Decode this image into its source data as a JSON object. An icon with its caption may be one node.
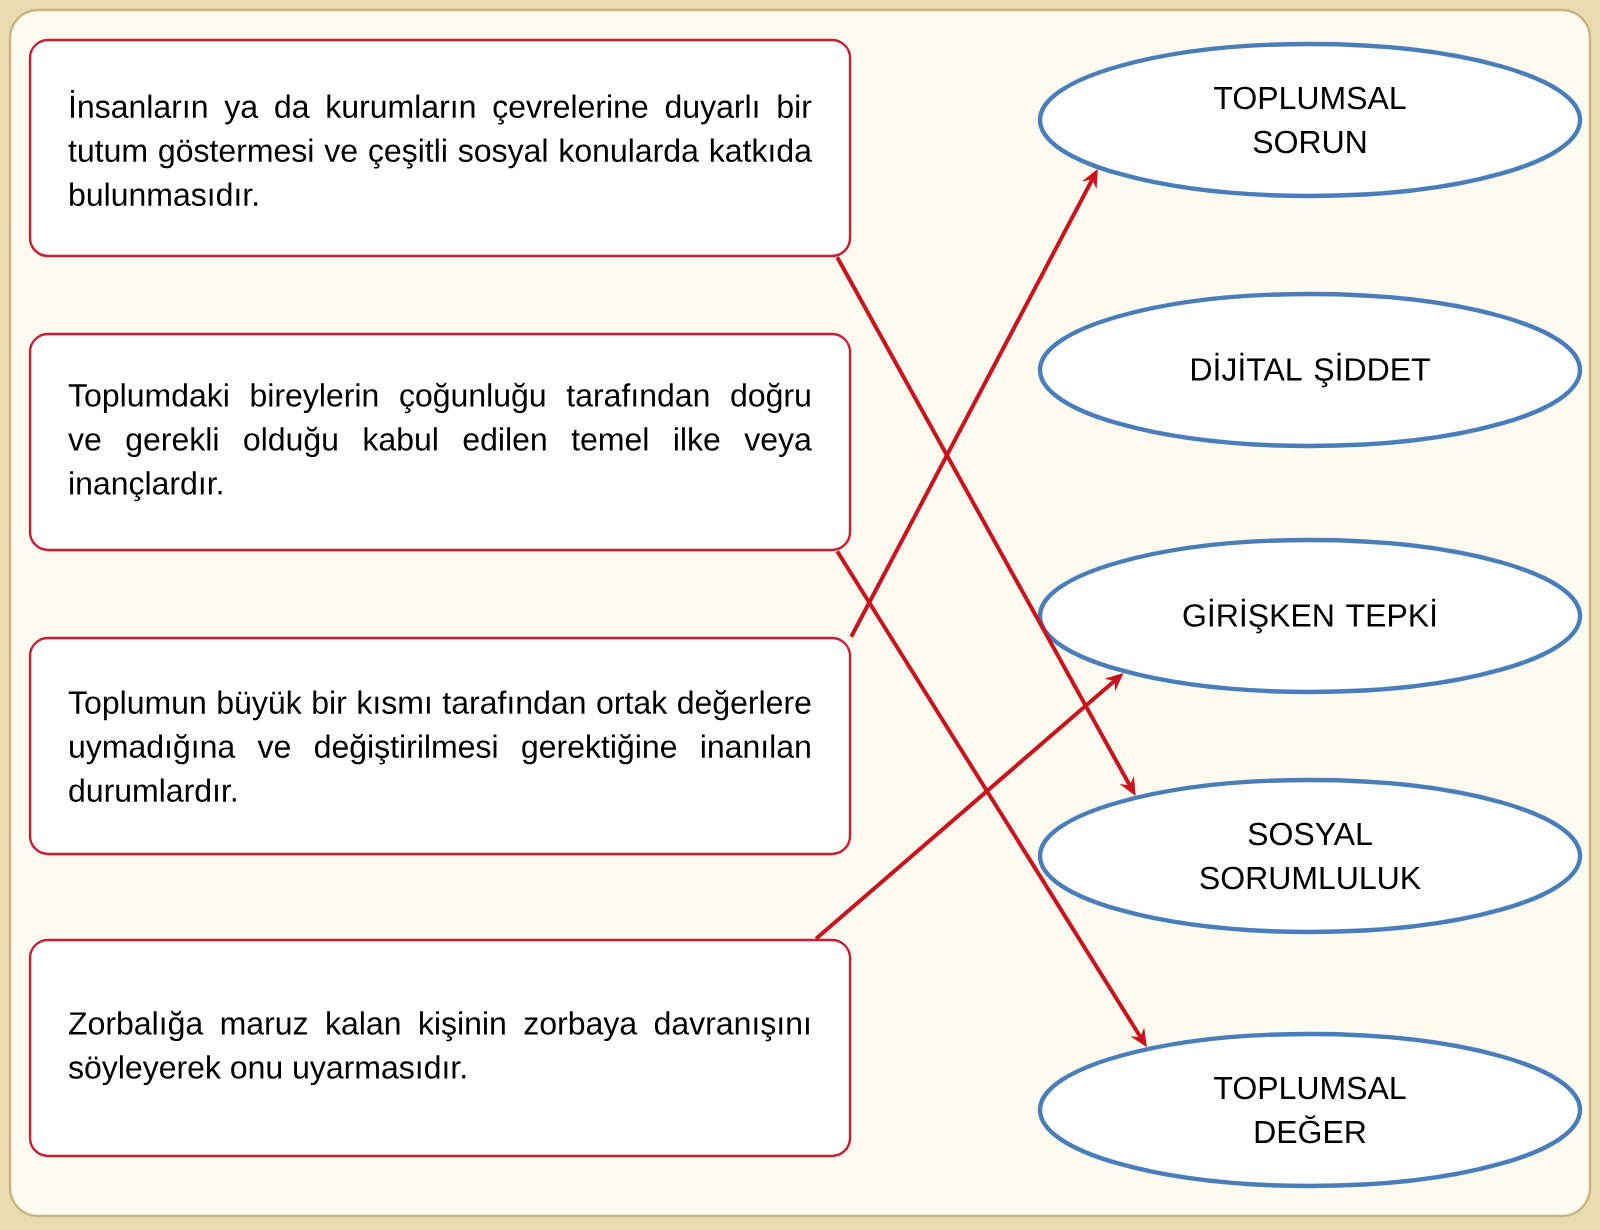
{
  "diagram": {
    "nodes": [
      {
        "text": [
          "İnsanların ya da kurumların çevrelerine duyarlı bir tutum göstermesi ve çeşitli sosyal konularda katkıda bulunmasıdır."
        ]
      },
      {
        "text": [
          "Toplumdaki bireylerin çoğunluğu tarafından doğru ve gerekli olduğu kabul edilen temel ilke veya inançlardır."
        ]
      },
      {
        "text": [
          "Toplumun büyük bir kısmı tarafından ortak değerlere uymadığına ve değiştirilmesi gerektiğine inanılan durumlardır."
        ]
      },
      {
        "text": [
          "Zorbalığa maruz kalan kişinin zorbaya davranışını söyleyerek onu uyarmasıdır."
        ]
      },
      {
        "text": [
          "TOPLUMSAL SORUN"
        ]
      },
      {
        "text": [
          "DİJİTAL ŞİDDET"
        ]
      },
      {
        "text": [
          "GİRİŞKEN TEPKİ"
        ]
      },
      {
        "text": [
          "SOSYAL SORUMLULUK"
        ]
      },
      {
        "text": [
          "TOPLUMSAL DEĞER"
        ]
      }
    ],
    "edges": [
      {
        "from": 0,
        "to": 7,
        "arrow": "to"
      },
      {
        "from": 1,
        "to": 8,
        "arrow": "to"
      },
      {
        "from": 2,
        "to": 4,
        "arrow": "to"
      },
      {
        "from": 3,
        "to": 6,
        "arrow": "to"
      }
    ]
  }
}
